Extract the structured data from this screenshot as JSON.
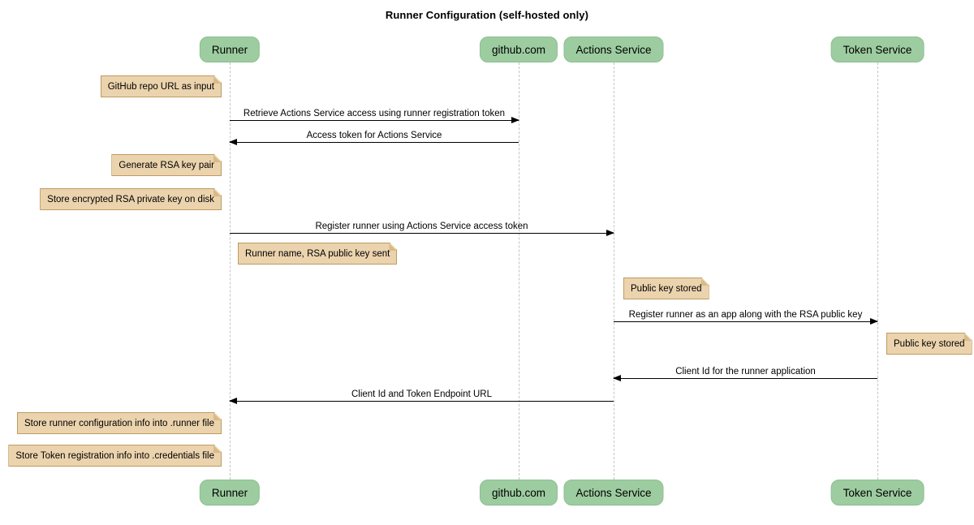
{
  "title": "Runner Configuration (self-hosted only)",
  "participants": [
    {
      "name": "Runner"
    },
    {
      "name": "github.com"
    },
    {
      "name": "Actions Service"
    },
    {
      "name": "Token Service"
    }
  ],
  "messages": [
    {
      "label": "Retrieve Actions Service access using runner registration token",
      "from": "Runner",
      "to": "github.com"
    },
    {
      "label": "Access token for Actions Service",
      "from": "github.com",
      "to": "Runner"
    },
    {
      "label": "Register runner using Actions Service access token",
      "from": "Runner",
      "to": "Actions Service"
    },
    {
      "label": "Register runner as an app along with the RSA public key",
      "from": "Actions Service",
      "to": "Token Service"
    },
    {
      "label": "Client Id for the runner application",
      "from": "Token Service",
      "to": "Actions Service"
    },
    {
      "label": "Client Id and Token Endpoint URL",
      "from": "Actions Service",
      "to": "Runner"
    }
  ],
  "notes": [
    {
      "text": "GitHub repo URL as input",
      "position": "left of Runner"
    },
    {
      "text": "Generate RSA key pair",
      "position": "left of Runner"
    },
    {
      "text": "Store encrypted RSA private key on disk",
      "position": "left of Runner"
    },
    {
      "text": "Runner name, RSA public key sent",
      "position": "right of Runner"
    },
    {
      "text": "Public key stored",
      "position": "right of Actions Service"
    },
    {
      "text": "Public key stored",
      "position": "right of Token Service"
    },
    {
      "text": "Store runner configuration info into .runner file",
      "position": "left of Runner"
    },
    {
      "text": "Store Token registration info into .credentials file",
      "position": "left of Runner"
    }
  ],
  "colors": {
    "actor_fill": "#9ccc9f",
    "actor_border": "#8fbf92",
    "note_fill": "#ebd3ad",
    "note_border": "#be9b63",
    "note_fold": "#d9ba85",
    "lifeline": "#c3c3c3",
    "arrow": "#000000",
    "background": "#ffffff"
  }
}
